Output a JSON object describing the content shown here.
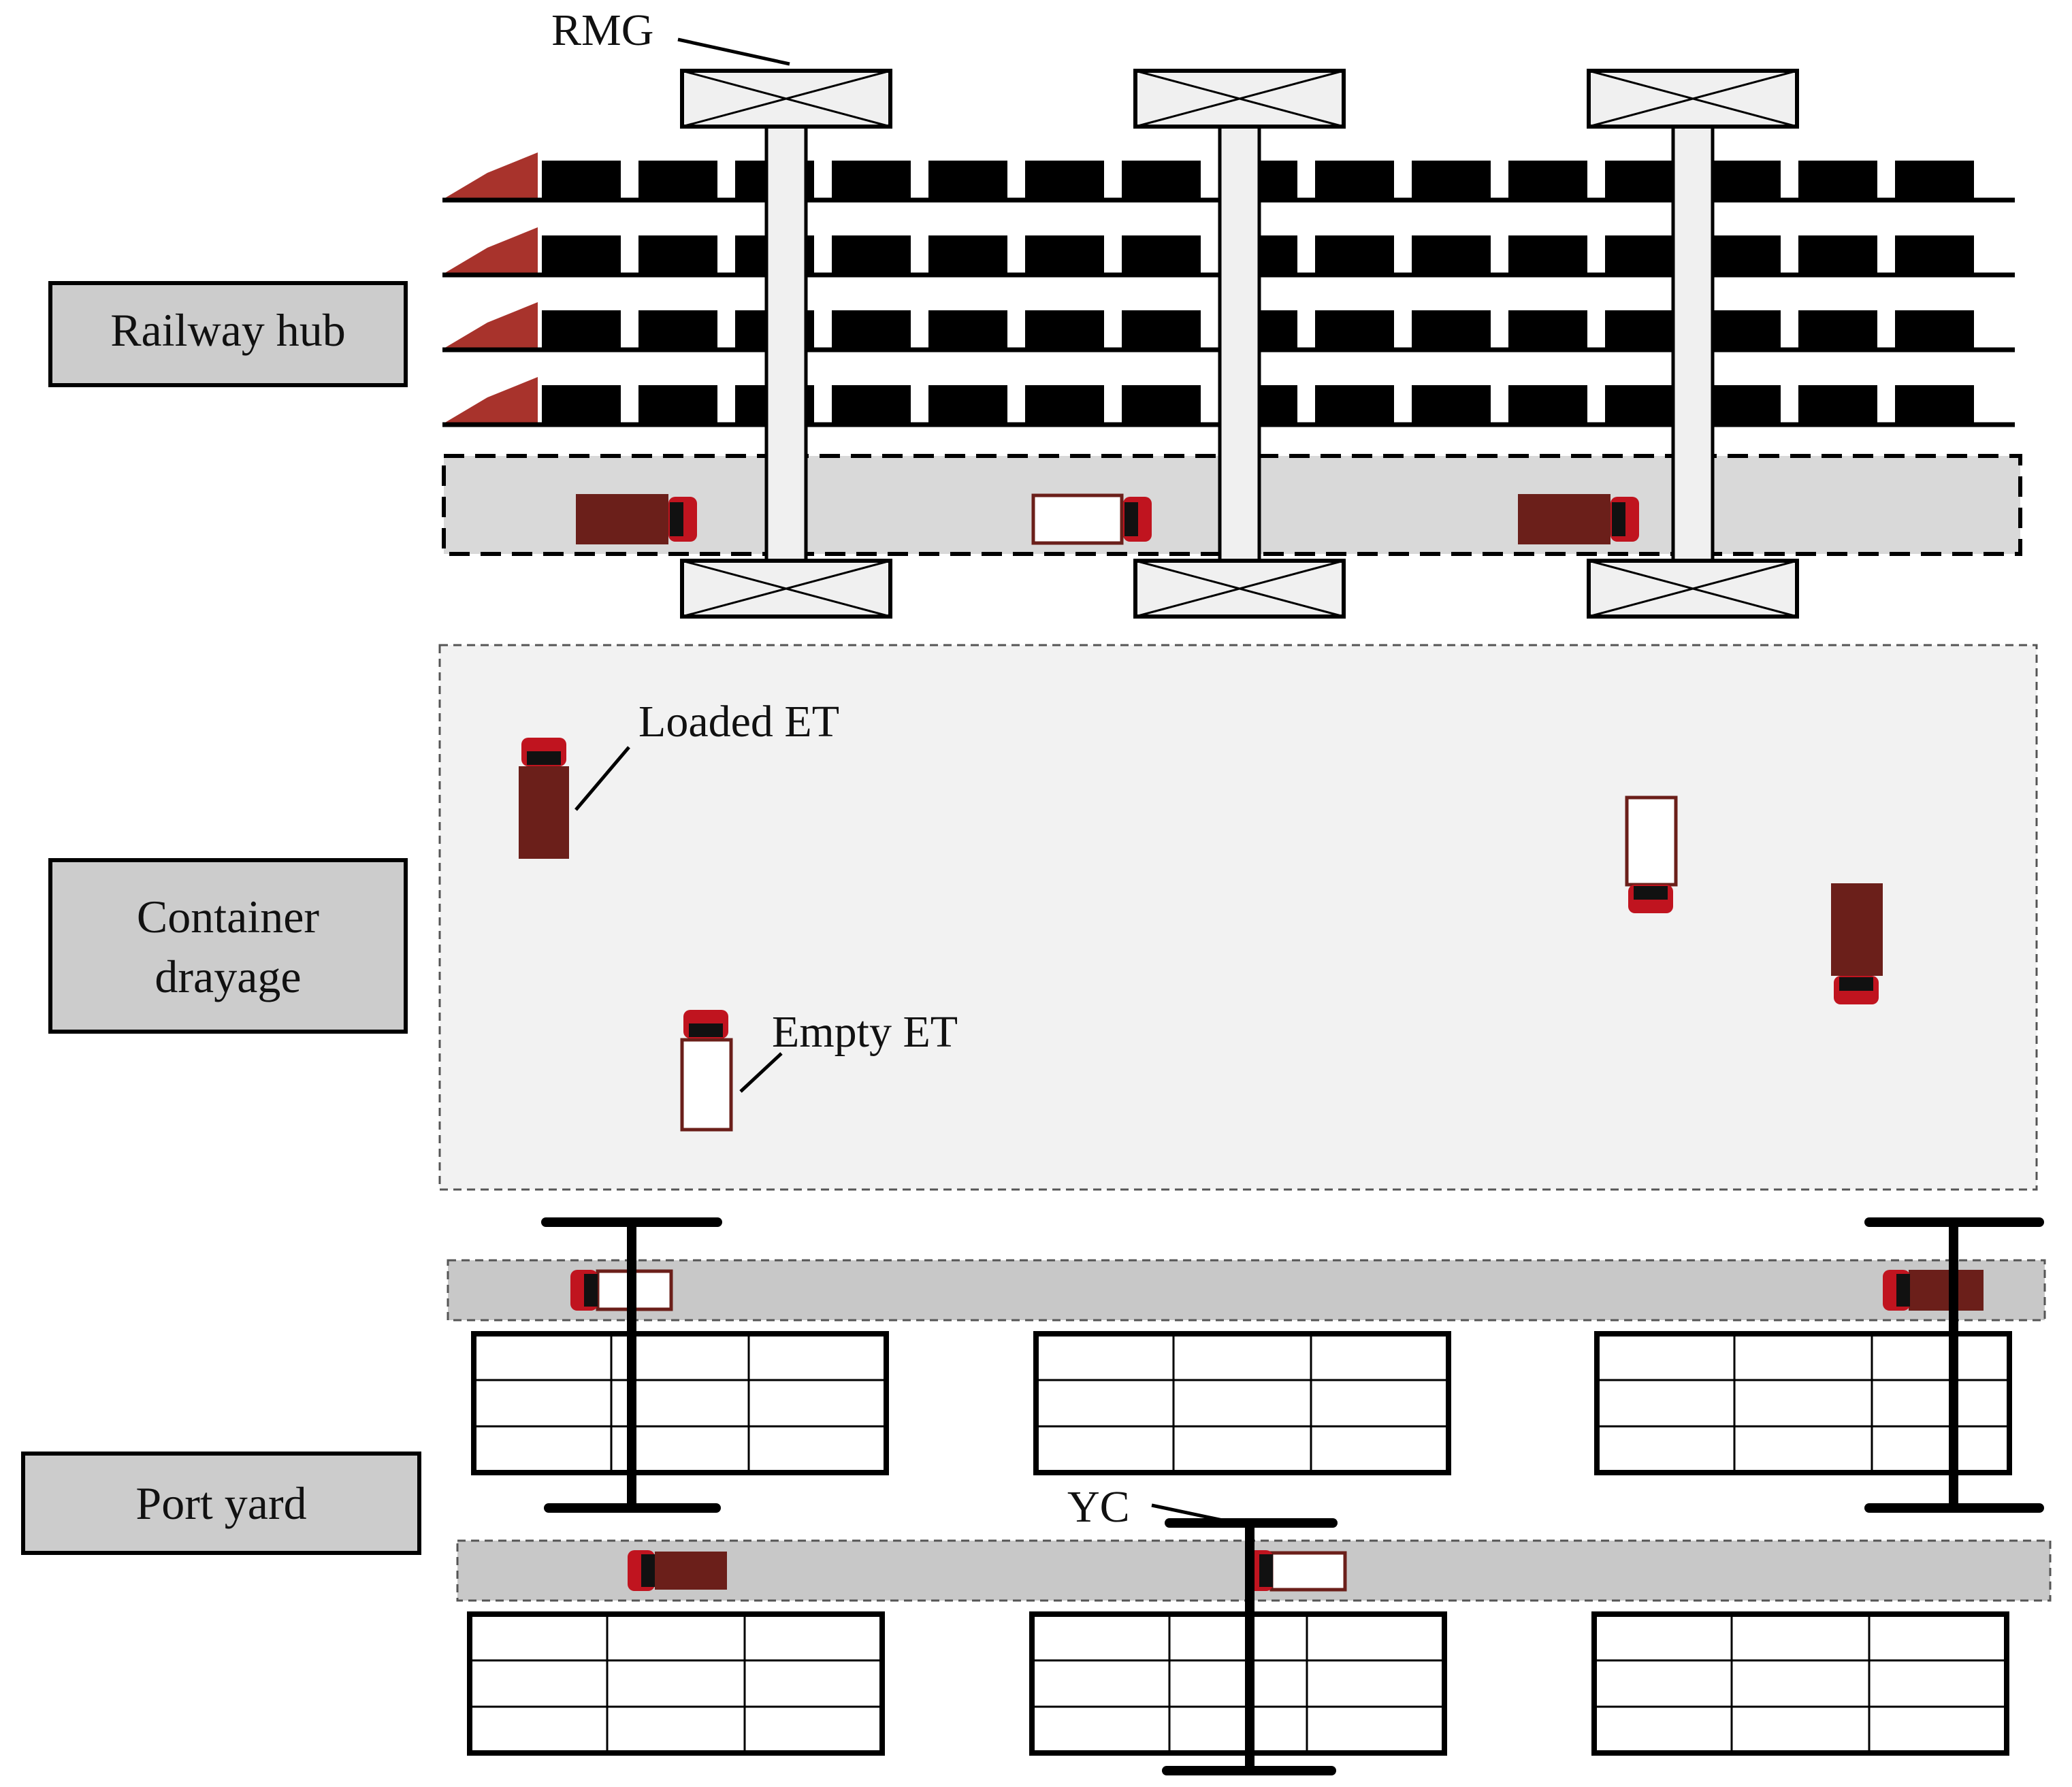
{
  "sections": {
    "railway_hub": "Railway hub",
    "container_drayage_line1": "Container",
    "container_drayage_line2": "drayage",
    "port_yard": "Port yard"
  },
  "labels": {
    "rmg": "RMG",
    "loaded_et": "Loaded ET",
    "empty_et": "Empty ET",
    "yc": "YC"
  },
  "colors": {
    "loaded": "#6b1f1a",
    "locomotive": "#a8332c",
    "cab": "#c0141f",
    "lane": "#d9d9d9",
    "drayage_area": "#f2f2f2",
    "section_box": "#cccccc"
  },
  "icons": {
    "railcar": "railcar-icon",
    "locomotive": "locomotive-icon",
    "truck": "truck-icon",
    "gantry_crane": "gantry-crane-icon"
  }
}
